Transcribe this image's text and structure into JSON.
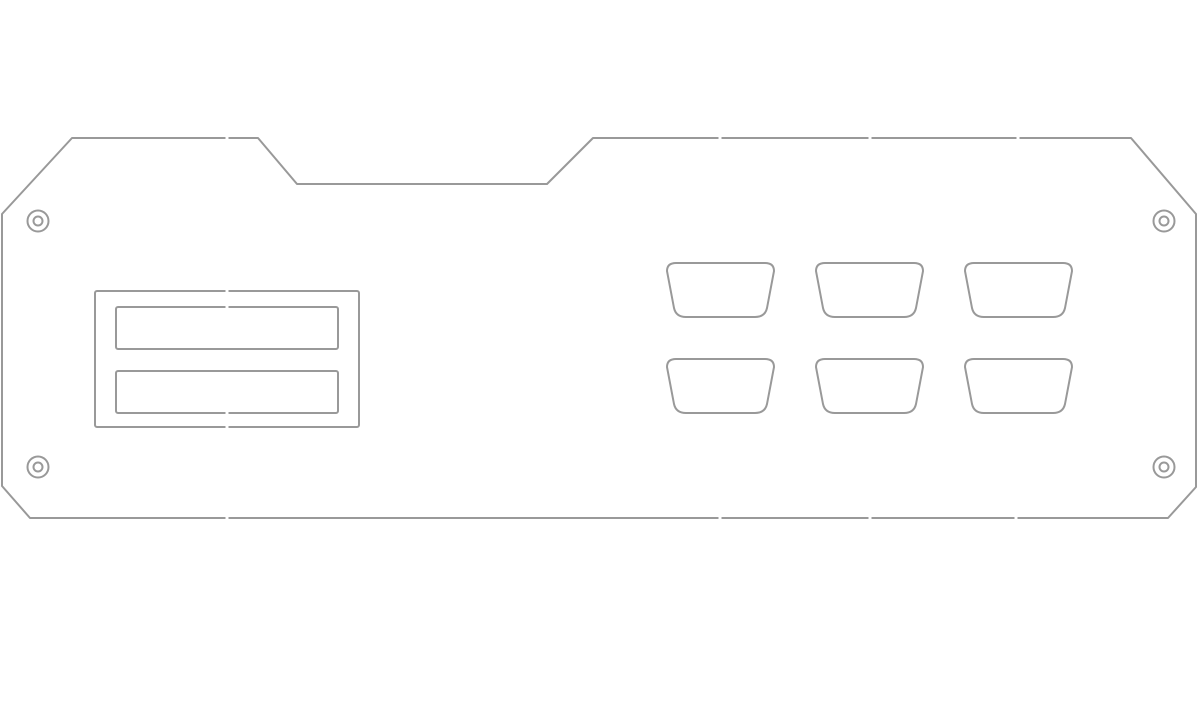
{
  "diagram": {
    "title": "",
    "subject": "io-back-panel",
    "stroke_color": "#999999",
    "background_color": "#ffffff",
    "components": {
      "mounting_holes": 4,
      "card_slot_frame": 1,
      "card_slots": 2,
      "d_sub_ports": 6,
      "d_sub_rows": 2,
      "d_sub_columns": 3
    }
  }
}
